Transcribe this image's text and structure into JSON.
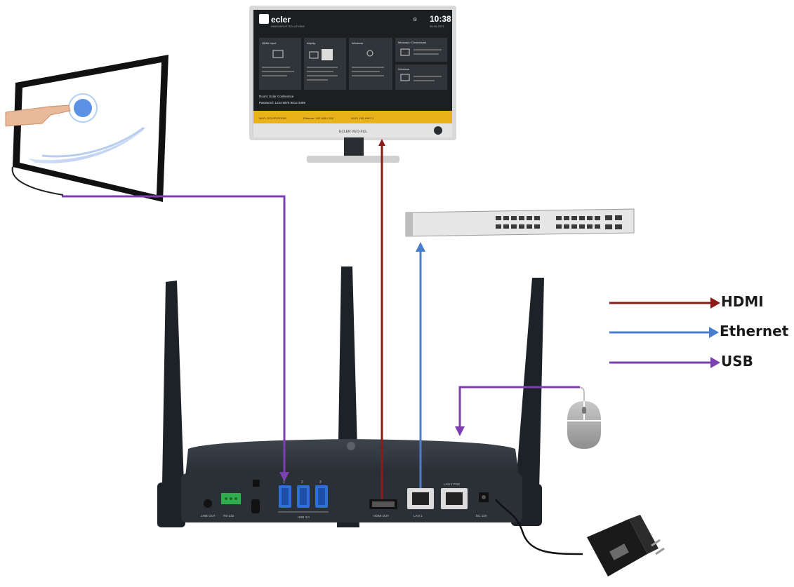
{
  "monitor": {
    "brand": "ecler",
    "brand_sub": "INNOVATIVE SOLUTIONS",
    "time": "10:38",
    "date": "09-05-2024",
    "cards": [
      "HDMI Input",
      "Airplay",
      "Windows",
      "Miracast / Chromecast",
      "Windows"
    ],
    "info_line_1": "Room: Ecler Conference",
    "info_line_2": "Password: 1234 5678 9012 3456",
    "footer_items": [
      "Wi-Fi: ECLER-ROOM",
      "Ethernet: 192.168.1.100",
      "Wi-Fi: 192.168.2.1"
    ],
    "bottom_bar": "ECLER VEO-XCL"
  },
  "router": {
    "port_labels": [
      "LINE OUT",
      "RS-232",
      "USB 3.0",
      "HDMI OUT",
      "LAN 1",
      "LAN 2 POE",
      "DC 12V"
    ],
    "usb_numbers": [
      "1",
      "2",
      "3"
    ]
  },
  "legend": {
    "items": [
      {
        "label": "HDMI",
        "color": "#8b1a1a"
      },
      {
        "label": "Ethernet",
        "color": "#4a7fd0"
      },
      {
        "label": "USB",
        "color": "#7b3fb0"
      }
    ]
  },
  "colors": {
    "hdmi": "#8b1a1a",
    "ethernet": "#4a7fd0",
    "usb": "#7b3fb0",
    "device": "#2e343b",
    "antenna": "#1c2228"
  }
}
